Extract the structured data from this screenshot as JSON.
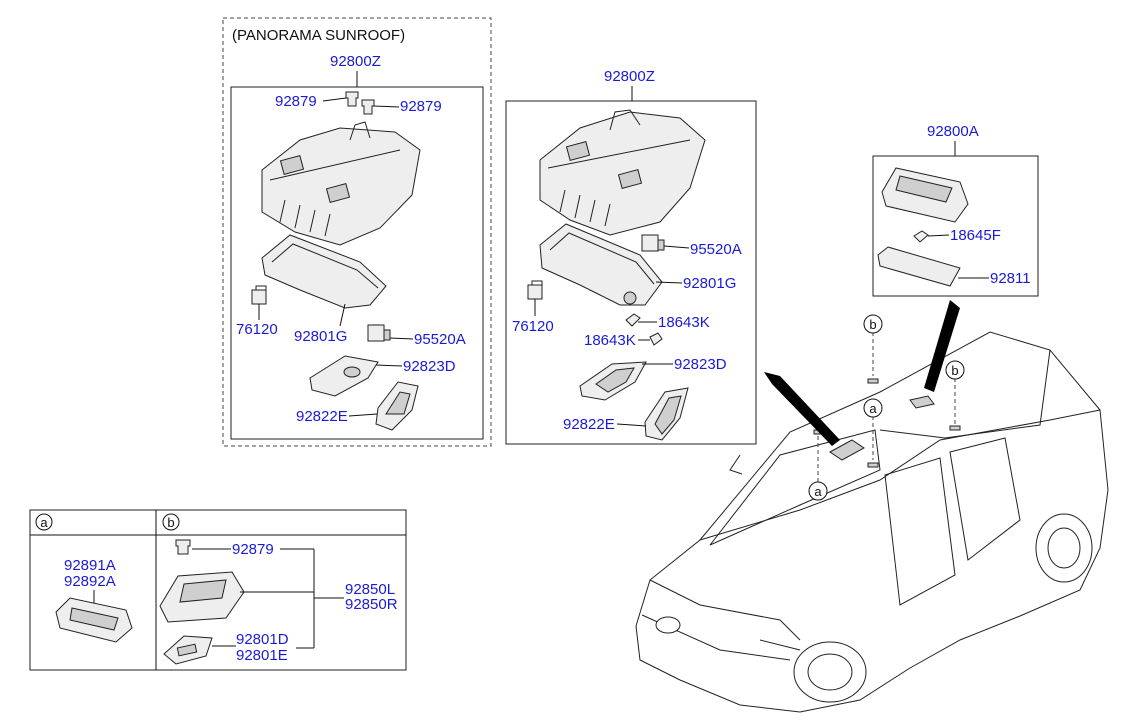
{
  "panorama": {
    "caption": "(PANORAMA SUNROOF)",
    "p_92800Z": "92800Z",
    "p_92879_left": "92879",
    "p_92879_right": "92879",
    "p_76120": "76120",
    "p_92801G": "92801G",
    "p_95520A": "95520A",
    "p_92823D": "92823D",
    "p_92822E": "92822E"
  },
  "standard": {
    "p_92800Z": "92800Z",
    "p_95520A": "95520A",
    "p_92801G": "92801G",
    "p_76120": "76120",
    "p_18643K_a": "18643K",
    "p_18643K_b": "18643K",
    "p_92823D": "92823D",
    "p_92822E": "92822E"
  },
  "rear_lamp": {
    "p_92800A": "92800A",
    "p_18645F": "18645F",
    "p_92811": "92811"
  },
  "table": {
    "col_a_header": "a",
    "col_b_header": "b",
    "a_p1": "92891A",
    "a_p2": "92892A",
    "b_92879": "92879",
    "b_92850L": "92850L",
    "b_92850R": "92850R",
    "b_92801D": "92801D",
    "b_92801E": "92801E"
  },
  "vehicle_refs": {
    "b_top": "b",
    "b_right": "b",
    "a_mid": "a",
    "a_low": "a"
  }
}
